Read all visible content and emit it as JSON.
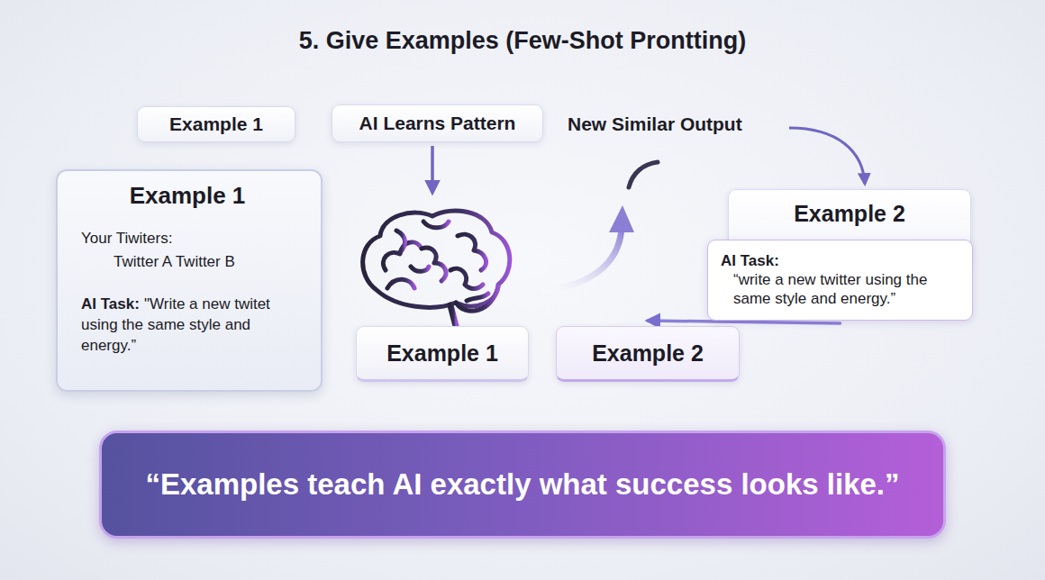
{
  "diagram": {
    "title": "5. Give Examples (Few-Shot Prontting)",
    "nodes": [
      {
        "text": [
          "Example 1"
        ]
      },
      {
        "text": [
          "Example 1",
          "Your Tiwiters:",
          "Twitter A Twitter B",
          "AI Task:",
          "\"Write a new twitet using the same style and energy.”"
        ]
      },
      {
        "text": [
          "AI Learns Pattern"
        ]
      },
      {
        "text": [
          "Example 1"
        ]
      },
      {
        "text": [
          "Example 2"
        ]
      },
      {
        "text": [
          "Example 2"
        ]
      },
      {
        "text": [
          "AI Task:",
          "“write a new twitter using the same style and energy.”"
        ]
      },
      {
        "text": [
          "“Examples teach AI exactly what success looks like.”"
        ]
      }
    ],
    "edges": [
      {
        "from": 6,
        "to": 4,
        "arrow": "to"
      }
    ],
    "labels": [
      "New Similar Output"
    ]
  }
}
